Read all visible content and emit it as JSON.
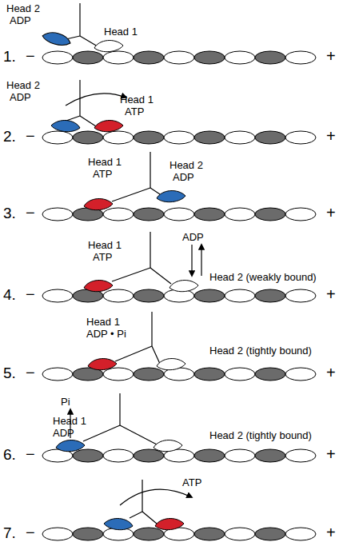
{
  "diagram": {
    "labels": [
      "Head 2",
      "ADP",
      "Head 1",
      "1.",
      "−",
      "+",
      "Head 2",
      "ADP",
      "Head 1",
      "ATP",
      "2.",
      "−",
      "+",
      "Head 1",
      "ATP",
      "Head 2",
      "ADP",
      "3.",
      "−",
      "+",
      "ADP",
      "Head 1",
      "ATP",
      "Head 2 (weakly bound)",
      "4.",
      "−",
      "+",
      "Head 1",
      "ADP • Pi",
      "Head 2 (tightly bound)",
      "5.",
      "−",
      "+",
      "Pi",
      "Head 1",
      "ADP",
      "Head 2 (tightly bound)",
      "6.",
      "−",
      "+",
      "ATP",
      "7.",
      "−",
      "+"
    ]
  }
}
